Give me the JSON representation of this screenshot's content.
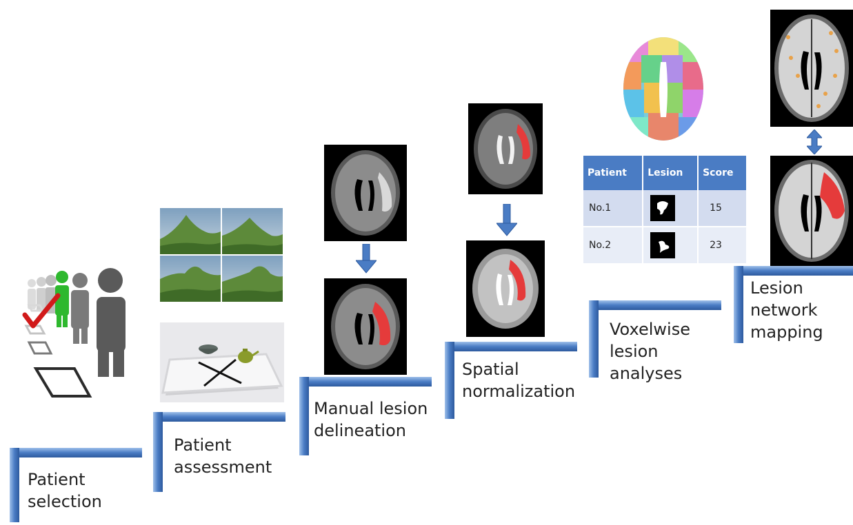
{
  "steps": [
    {
      "label": "Patient\nselection"
    },
    {
      "label": "Patient\nassessment"
    },
    {
      "label": "Manual lesion\ndelineation"
    },
    {
      "label": "Spatial\nnormalization"
    },
    {
      "label": "Voxelwise\nlesion\nanalyses"
    },
    {
      "label": "Lesion\nnetwork\nmapping"
    }
  ],
  "table": {
    "headers": [
      "Patient",
      "Lesion",
      "Score"
    ],
    "rows": [
      {
        "patient": "No.1",
        "score": "15"
      },
      {
        "patient": "No.2",
        "score": "23"
      }
    ]
  },
  "colors": {
    "step_blue": "#4a7cc4",
    "lesion_red": "#e53b3b",
    "check_red": "#d11a1a",
    "person_green": "#2eb82e",
    "person_gray": "#5a5a5a",
    "header_blue": "#4a7cc4"
  }
}
